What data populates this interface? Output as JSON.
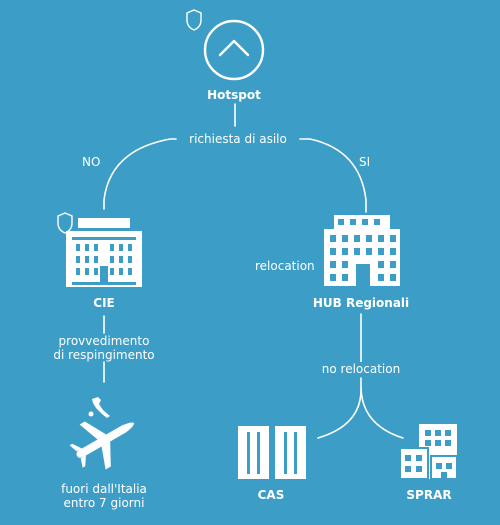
{
  "colors": {
    "background": "#3c9ec7",
    "foreground": "#ffffff"
  },
  "nodes": {
    "hotspot": {
      "label": "Hotspot",
      "icon": "chevron-up-circle-icon",
      "badge": "shield-icon"
    },
    "cie": {
      "label": "CIE",
      "icon": "detention-building-icon",
      "badge": "shield-icon"
    },
    "hub": {
      "label": "HUB Regionali",
      "icon": "office-building-icon"
    },
    "cas": {
      "label": "CAS",
      "icon": "twin-towers-icon"
    },
    "sprar": {
      "label": "SPRAR",
      "icon": "housing-complex-icon"
    },
    "expulsion": {
      "label_line1": "fuori dall'Italia",
      "label_line2": "entro 7 giorni",
      "icon": "airplane-italy-icon"
    }
  },
  "edges": {
    "asylum_request": "richiesta di asilo",
    "no": "NO",
    "yes": "SI",
    "rejection_line1": "provvedimento",
    "rejection_line2": "di respingimento",
    "relocation": "relocation",
    "no_relocation": "no relocation"
  }
}
